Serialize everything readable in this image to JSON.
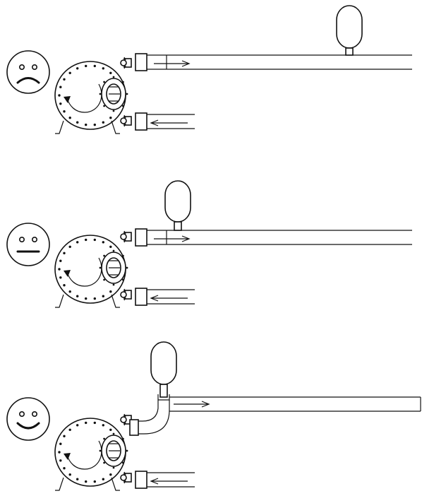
{
  "scenarios": [
    {
      "rating": "bad",
      "face": "sad-face",
      "dampener_position": "far-end-of-discharge-line",
      "connection": "straight"
    },
    {
      "rating": "neutral",
      "face": "neutral-face",
      "dampener_position": "mid-discharge-line",
      "connection": "straight"
    },
    {
      "rating": "good",
      "face": "happy-face",
      "dampener_position": "directly-at-pump-outlet",
      "connection": "elbow"
    }
  ],
  "icons": {
    "pump": "peristaltic-pump-icon",
    "dampener": "pulsation-dampener-icon",
    "rotation": "rotation-arrow-icon",
    "flow_out": "arrow-right-icon",
    "flow_in": "arrow-left-icon"
  },
  "colors": {
    "line": "#111111",
    "fill": "#ffffff"
  }
}
